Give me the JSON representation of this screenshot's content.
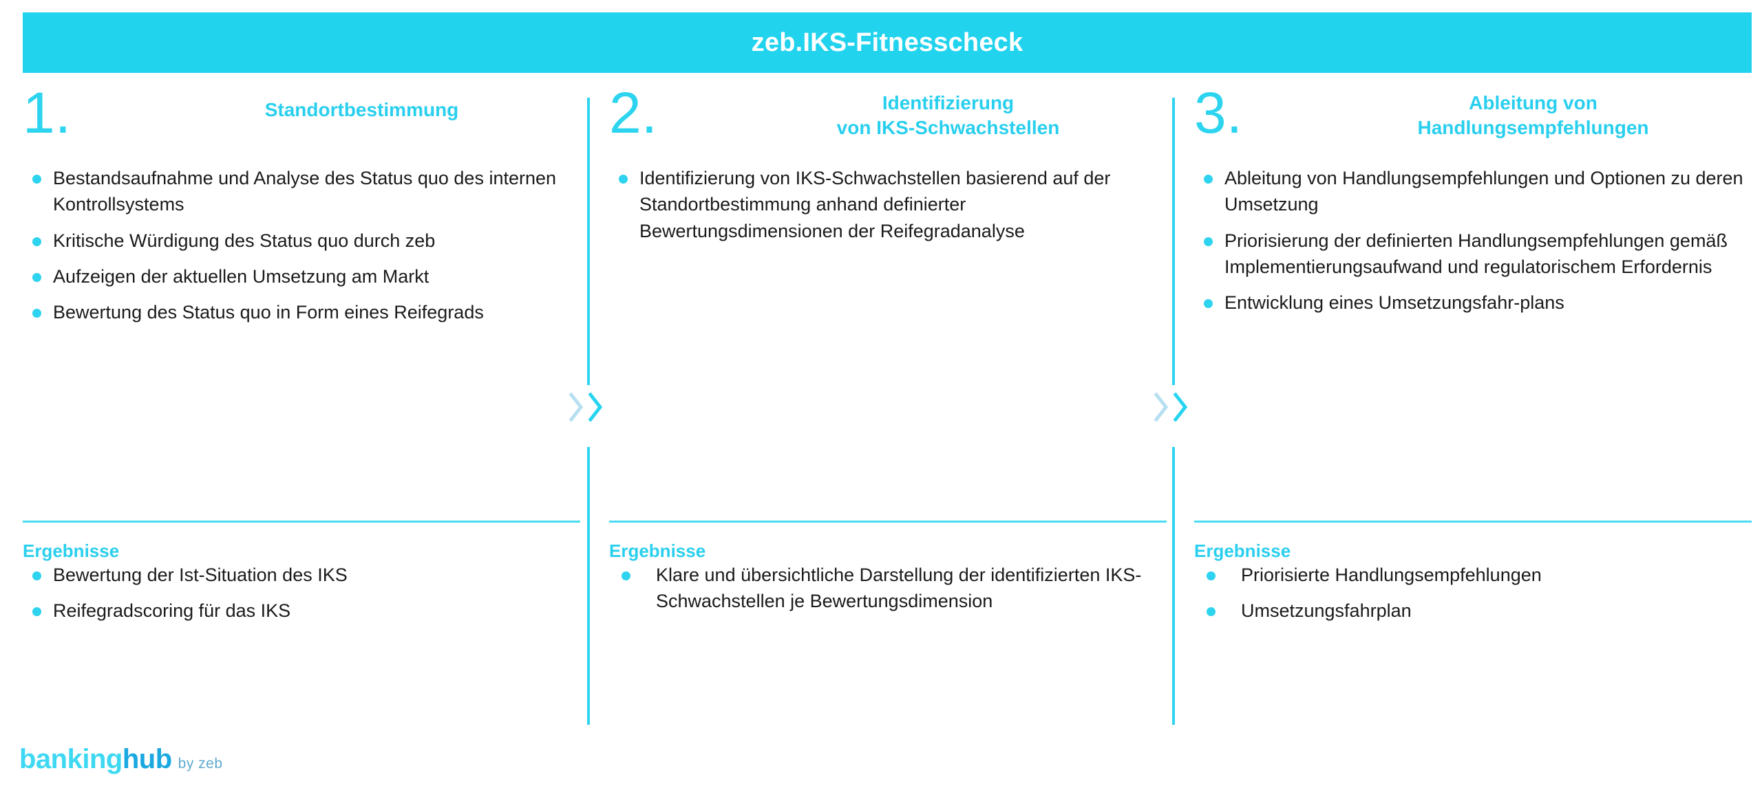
{
  "header": {
    "title": "zeb.IKS-Fitnesscheck",
    "bar_color": "#22d3ee",
    "title_color": "#ffffff"
  },
  "theme": {
    "accent": "#2ed3ef",
    "accent_title": "#29cfee",
    "text": "#1a1a1a",
    "background": "#ffffff"
  },
  "columns": [
    {
      "number": "1.",
      "title": "Standortbestimmung",
      "bullets": [
        "Bestandsaufnahme und Analyse des Status quo des internen Kontrollsystems",
        "Kritische Würdigung des Status quo durch zeb",
        "Aufzeigen der aktuellen Umsetzung am Markt",
        "Bewertung des Status quo in Form eines Reifegrads"
      ],
      "results": {
        "title": "Ergebnisse",
        "bullets": [
          "Bewertung der Ist-Situation des IKS",
          "Reifegradscoring für das IKS"
        ]
      }
    },
    {
      "number": "2.",
      "title": "Identifizierung\nvon IKS-Schwachstellen",
      "bullets": [
        "Identifizierung von IKS-Schwachstellen basierend auf der Standortbestimmung anhand definierter Bewertungsdimensionen der Reifegradanalyse"
      ],
      "results": {
        "title": "Ergebnisse",
        "bullets": [
          "Klare und übersichtliche Darstellung der identifizierten IKS-Schwachstellen je Bewertungsdimension"
        ]
      }
    },
    {
      "number": "3.",
      "title": "Ableitung von\nHandlungsempfehlungen",
      "bullets": [
        "Ableitung von Handlungsempfehlungen und Optionen zu deren Umsetzung",
        "Priorisierung der definierten Handlungsempfehlungen gemäß Implementierungsaufwand und regulatorischem Erfordernis",
        "Entwicklung eines Umsetzungsfahr-plans"
      ],
      "results": {
        "title": "Ergebnisse",
        "bullets": [
          "Priorisierte Handlungsempfehlungen",
          "Umsetzungsfahrplan"
        ]
      }
    }
  ],
  "connectors": [
    {
      "name": "chevron-right-double",
      "count": 2
    },
    {
      "name": "chevron-right-double",
      "count": 2
    }
  ],
  "footer": {
    "logo_part1": "banking",
    "logo_part2": "hub",
    "logo_suffix": "by zeb",
    "color_part1": "#3dd8f2",
    "color_part2": "#1aa8e0",
    "color_suffix": "#5fa9cf"
  }
}
